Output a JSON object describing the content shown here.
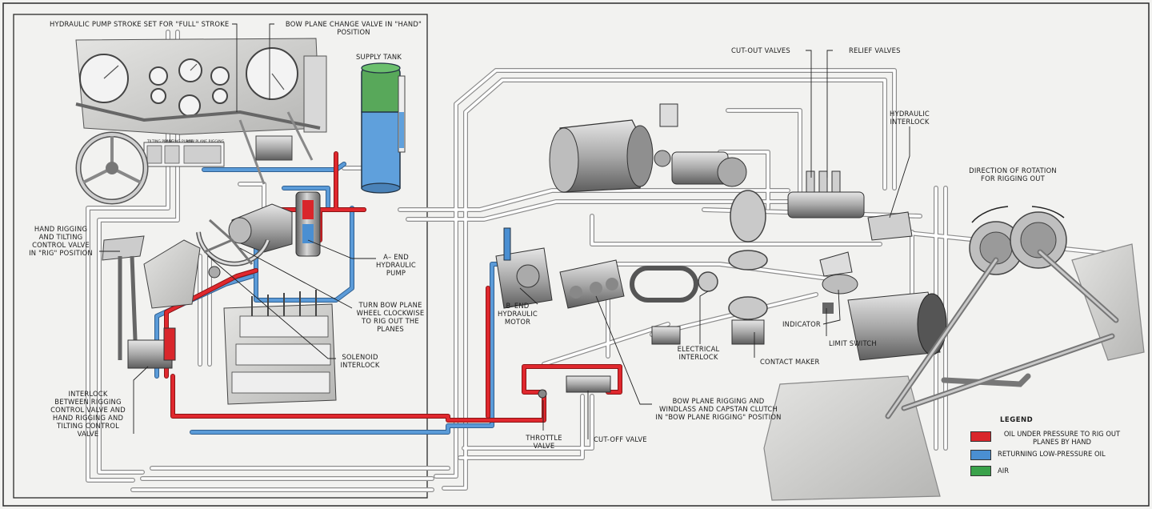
{
  "labels": {
    "pump_stroke": "HYDRAULIC PUMP STROKE SET FOR \"FULL\" STROKE",
    "bow_plane_change_valve": "BOW PLANE CHANGE VALVE IN \"HAND\"\nPOSITION",
    "supply_tank": "SUPPLY TANK",
    "cut_out_valves": "CUT-OUT VALVES",
    "relief_valves": "RELIEF VALVES",
    "hydraulic_interlock": "HYDRAULIC\nINTERLOCK",
    "direction_of_rotation": "DIRECTION OF ROTATION\nFOR RIGGING OUT",
    "hand_rigging_control": "HAND RIGGING\nAND TILTING\nCONTROL VALVE\nIN \"RIG\" POSITION",
    "a_end_pump": "A– END\nHYDRAULIC\nPUMP",
    "turn_bow_plane": "TURN BOW PLANE\nWHEEL CLOCKWISE\nTO RIG OUT THE\nPLANES",
    "solenoid_interlock": "SOLENOID\nINTERLOCK",
    "b_end_motor": "B–END\nHYDRAULIC\nMOTOR",
    "indicator": "INDICATOR",
    "limit_switch": "LIMIT SWITCH",
    "electrical_interlock": "ELECTRICAL\nINTERLOCK",
    "contact_maker": "CONTACT MAKER",
    "interlock_between": "INTERLOCK\nBETWEEN RIGGING\nCONTROL VALVE AND\nHAND RIGGING AND\nTILTING CONTROL\nVALVE",
    "bow_plane_rigging": "BOW PLANE RIGGING AND\nWINDLASS AND CAPSTAN CLUTCH\nIN \"BOW PLANE RIGGING\" POSITION",
    "throttle_valve": "THROTTLE\nVALVE",
    "cut_off_valve": "CUT-OFF VALVE"
  },
  "legend": {
    "title": "LEGEND",
    "items": [
      {
        "text": "OIL UNDER PRESSURE TO RIG OUT\nPLANES BY HAND",
        "color": "#d9262b"
      },
      {
        "text": "RETURNING LOW-PRESSURE OIL",
        "color": "#4a8fd2"
      },
      {
        "text": "AIR",
        "color": "#3aa24a"
      }
    ]
  },
  "panel_labels": [
    "TILTING PLANE",
    "RIGGING PLANE",
    "BOW PLANE RIGGING"
  ],
  "colors": {
    "pressure_oil": "#d9262b",
    "return_oil": "#4a8fd2",
    "air": "#3aa24a",
    "pipe": "#ffffff",
    "pipe_outline": "#8a8a8a",
    "machinery": "#9a9a9a"
  }
}
